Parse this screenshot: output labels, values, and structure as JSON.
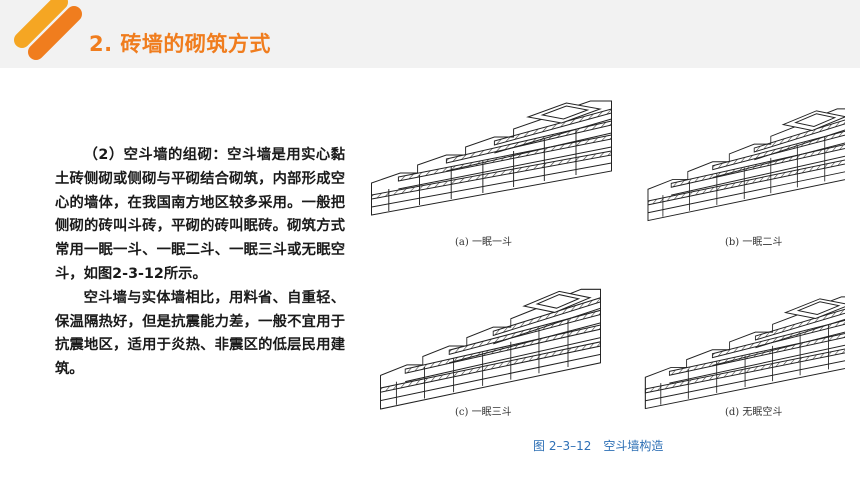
{
  "header": {
    "title": "2. 砖墙的砌筑方式"
  },
  "body": {
    "paragraph1": "（2）空斗墙的组砌：空斗墙是用实心黏土砖侧砌或侧砌与平砌结合砌筑，内部形成空心的墙体，在我国南方地区较多采用。一般把侧砌的砖叫斗砖，平砌的砖叫眠砖。砌筑方式常用一眠一斗、一眠二斗、一眠三斗或无眠空斗，如图2-3-12所示。",
    "paragraph2": "空斗墙与实体墙相比，用料省、自重轻、保温隔热好，但是抗震能力差，一般不宜用于抗震地区，适用于炎热、非震区的低层民用建筑。"
  },
  "figure": {
    "captions": {
      "a": "(a) 一眠一斗",
      "b": "(b) 一眠二斗",
      "c": "(c) 一眠三斗",
      "d": "(d) 无眠空斗"
    },
    "title": "图 2–3–12　空斗墙构造"
  },
  "colors": {
    "accent": "#f07d1e",
    "caption": "#2d6fb5",
    "header_bg": "#f2f2f2"
  }
}
